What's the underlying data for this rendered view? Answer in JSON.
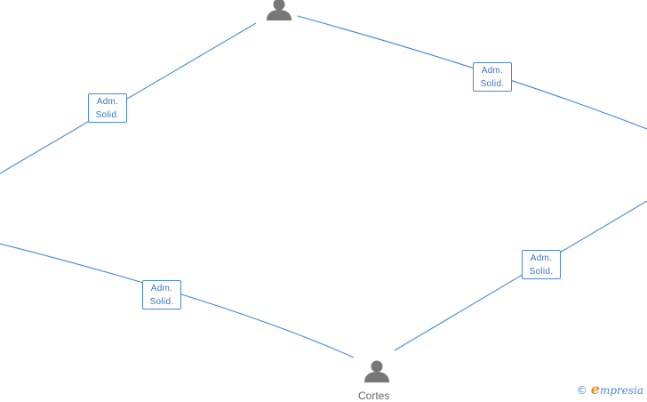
{
  "diagram": {
    "people": [
      {
        "name": ""
      },
      {
        "name": "Cortes"
      }
    ],
    "relations": [
      {
        "line1": "Adm.",
        "line2": "Solid."
      },
      {
        "line1": "Adm.",
        "line2": "Solid."
      },
      {
        "line1": "Adm.",
        "line2": "Solid."
      },
      {
        "line1": "Adm.",
        "line2": "Solid."
      }
    ]
  },
  "watermark": {
    "copyright": "©",
    "brand_initial": "e",
    "brand_rest": "mpresia"
  },
  "colors": {
    "edge": "#4a87d4",
    "label_text": "#3b74c4",
    "person_icon": "#777777",
    "brand_orange": "#f08a1c"
  }
}
